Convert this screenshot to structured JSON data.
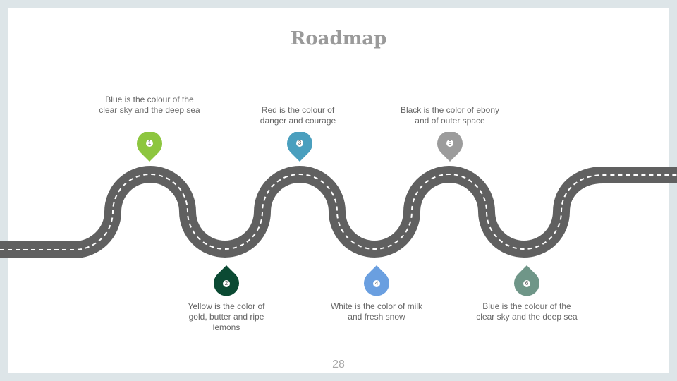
{
  "title": "Roadmap",
  "page_number": "28",
  "milestones": [
    {
      "num": "1",
      "text": "Blue is the colour of the clear sky and the deep sea",
      "color": "#8dc63f"
    },
    {
      "num": "2",
      "text": "Yellow is the color of gold, butter and ripe lemons",
      "color": "#0b4a33"
    },
    {
      "num": "3",
      "text": "Red is the colour of danger and courage",
      "color": "#4a9fbe"
    },
    {
      "num": "4",
      "text": "White is the color of milk and fresh snow",
      "color": "#6a9fe0"
    },
    {
      "num": "5",
      "text": "Black is the color of ebony and of outer space",
      "color": "#9c9c9c"
    },
    {
      "num": "6",
      "text": "Blue is the colour of the clear sky and the deep sea",
      "color": "#6f9688"
    }
  ],
  "road_color": "#606060",
  "dash_color": "#ffffff"
}
